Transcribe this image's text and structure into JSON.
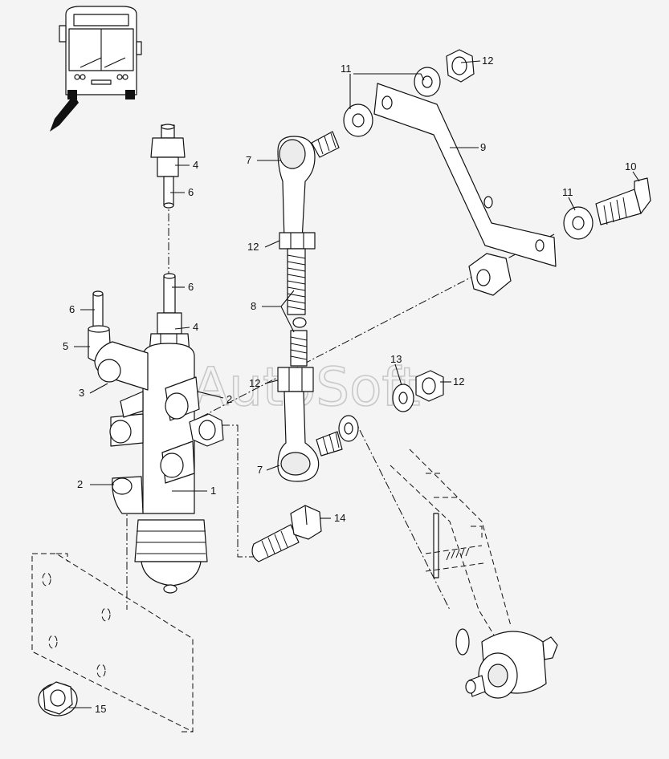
{
  "watermark": "AutoSoft",
  "callouts": [
    {
      "id": "c12a",
      "text": "12"
    },
    {
      "id": "c11a",
      "text": "11"
    },
    {
      "id": "c9",
      "text": "9"
    },
    {
      "id": "c10",
      "text": "10"
    },
    {
      "id": "c11b",
      "text": "11"
    },
    {
      "id": "c7a",
      "text": "7"
    },
    {
      "id": "c12b",
      "text": "12"
    },
    {
      "id": "c8",
      "text": "8"
    },
    {
      "id": "c13",
      "text": "13"
    },
    {
      "id": "c12c",
      "text": "12"
    },
    {
      "id": "c12d",
      "text": "12"
    },
    {
      "id": "c7b",
      "text": "7"
    },
    {
      "id": "c14",
      "text": "14"
    },
    {
      "id": "c4a",
      "text": "4"
    },
    {
      "id": "c6a",
      "text": "6"
    },
    {
      "id": "c6b",
      "text": "6"
    },
    {
      "id": "c4b",
      "text": "4"
    },
    {
      "id": "c6c",
      "text": "6"
    },
    {
      "id": "c5",
      "text": "5"
    },
    {
      "id": "c3",
      "text": "3"
    },
    {
      "id": "c2a",
      "text": "2"
    },
    {
      "id": "c2b",
      "text": "2"
    },
    {
      "id": "c1",
      "text": "1"
    },
    {
      "id": "c15",
      "text": "15"
    }
  ]
}
